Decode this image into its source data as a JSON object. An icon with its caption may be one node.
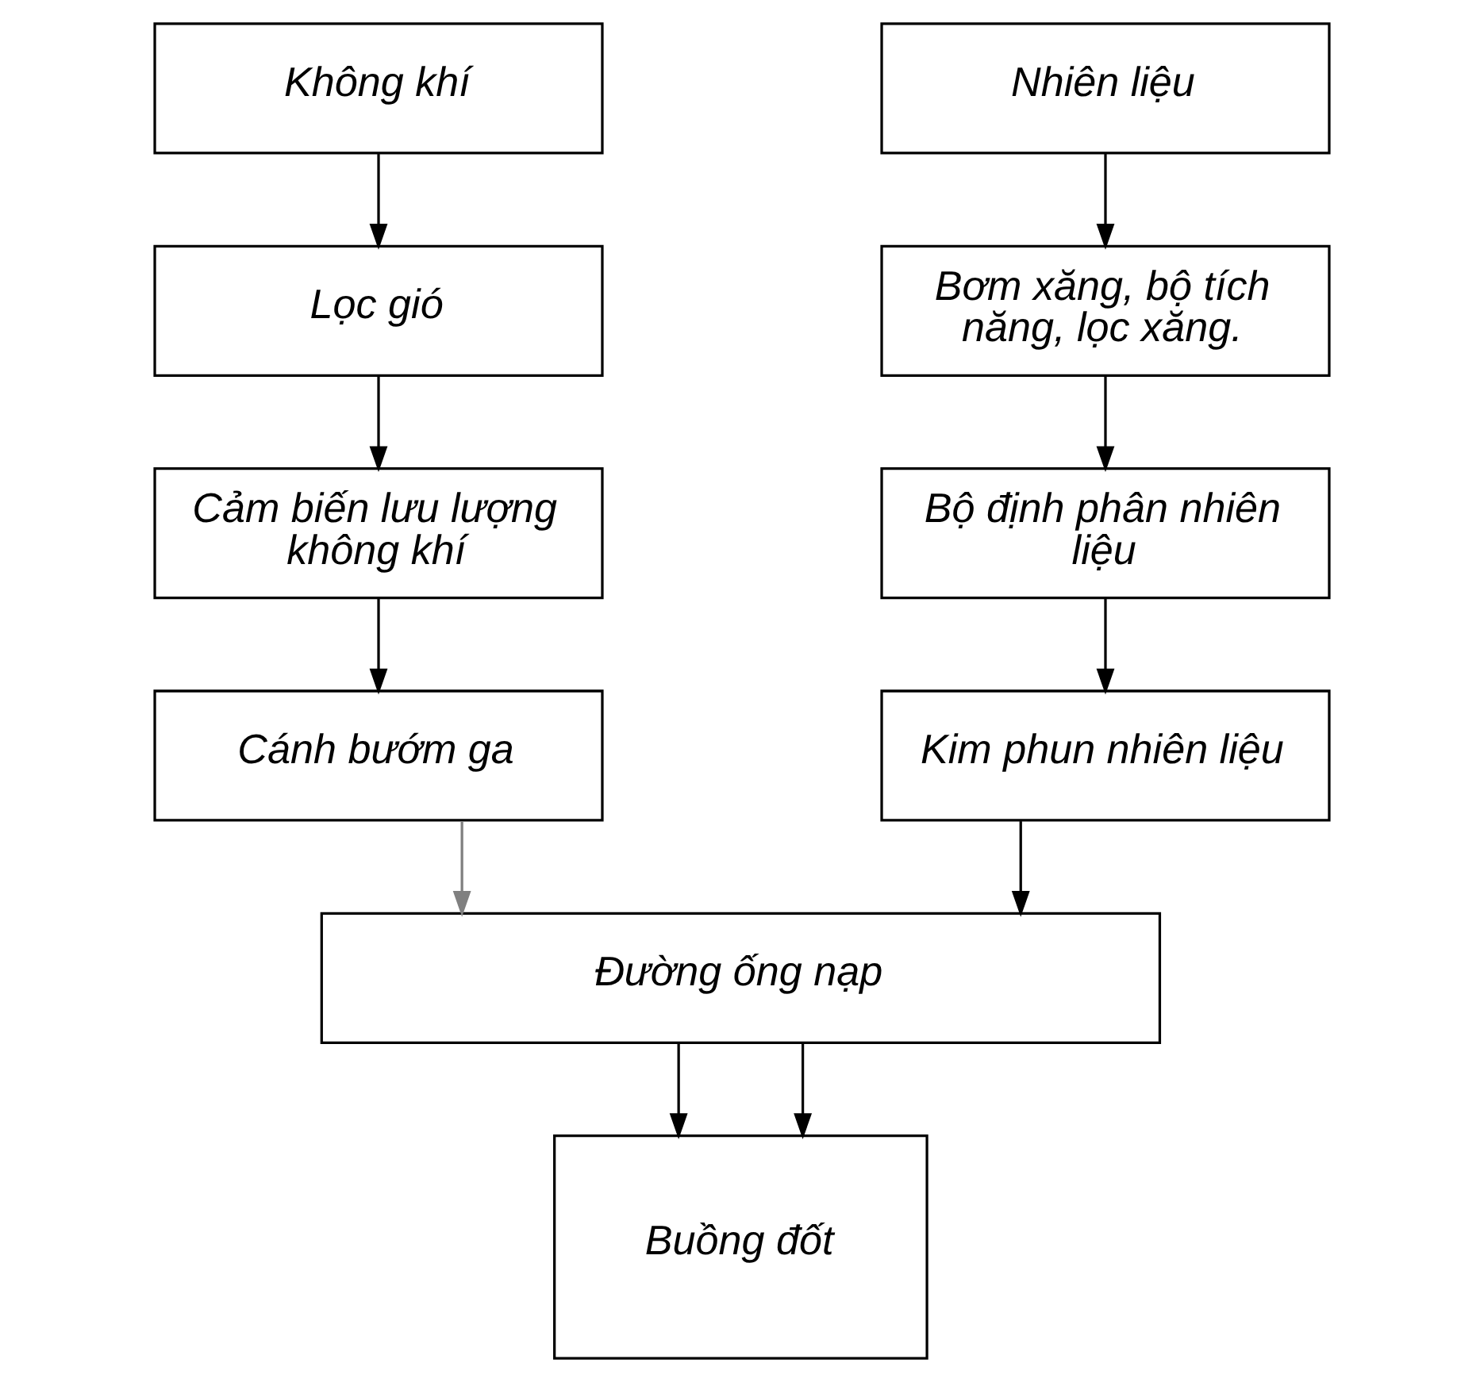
{
  "diagram": {
    "nodes": [
      {
        "text": [
          "Không khí"
        ]
      },
      {
        "text": [
          "Lọc gió"
        ]
      },
      {
        "text": [
          "Cảm biến lưu lượng không khí"
        ]
      },
      {
        "text": [
          "Cánh bướm ga"
        ]
      },
      {
        "text": [
          "Nhiên liệu"
        ]
      },
      {
        "text": [
          "Bơm xăng, bộ tích năng, lọc xăng."
        ]
      },
      {
        "text": [
          "Bộ định phân nhiên liệu"
        ]
      },
      {
        "text": [
          "Kim phun nhiên liệu"
        ]
      },
      {
        "text": [
          "Đường ống nạp"
        ]
      },
      {
        "text": [
          "Buồng đốt"
        ]
      }
    ],
    "edges": [
      {
        "from": 0,
        "to": 1,
        "arrow": "to"
      },
      {
        "from": 1,
        "to": 2,
        "arrow": "to"
      },
      {
        "from": 2,
        "to": 3,
        "arrow": "to"
      },
      {
        "from": 3,
        "to": 8,
        "arrow": "to",
        "color": "#808080"
      },
      {
        "from": 4,
        "to": 5,
        "arrow": "to"
      },
      {
        "from": 5,
        "to": 6,
        "arrow": "to"
      },
      {
        "from": 6,
        "to": 7,
        "arrow": "to"
      },
      {
        "from": 7,
        "to": 8,
        "arrow": "to"
      },
      {
        "from": 8,
        "to": 9,
        "arrow": "to"
      },
      {
        "from": 8,
        "to": 9,
        "arrow": "to"
      }
    ]
  }
}
